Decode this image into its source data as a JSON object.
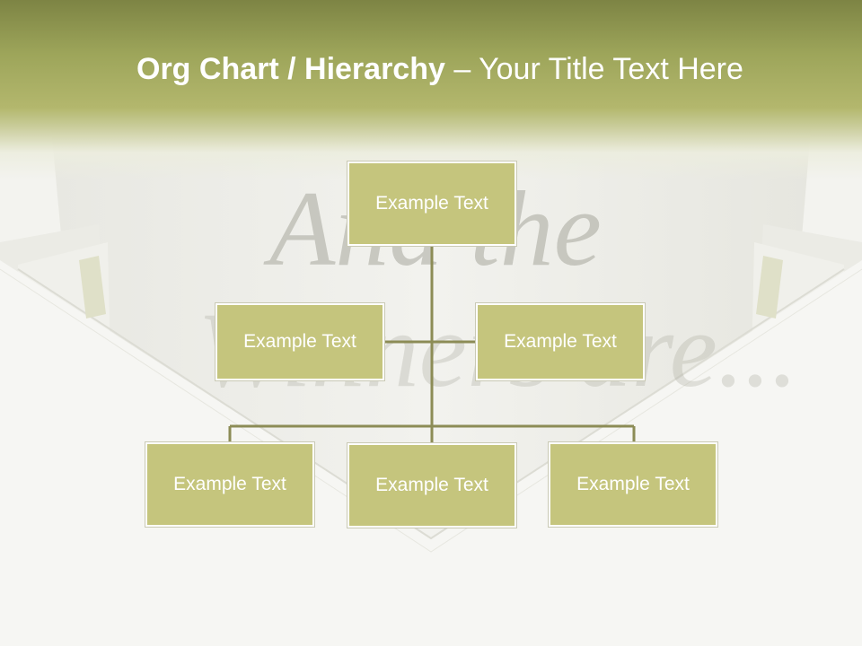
{
  "title": {
    "bold": "Org Chart / Hierarchy",
    "rest": "– Your Title Text Here"
  },
  "watermark": {
    "line1": "And the",
    "line2": "Winners are..."
  },
  "org_chart": {
    "root": "Example Text",
    "level2": [
      "Example Text",
      "Example Text"
    ],
    "level3": [
      "Example Text",
      "Example Text",
      "Example Text"
    ]
  },
  "colors": {
    "header": "#9da55a",
    "node_fill": "#c5c57d",
    "connector": "#8c8c56"
  }
}
